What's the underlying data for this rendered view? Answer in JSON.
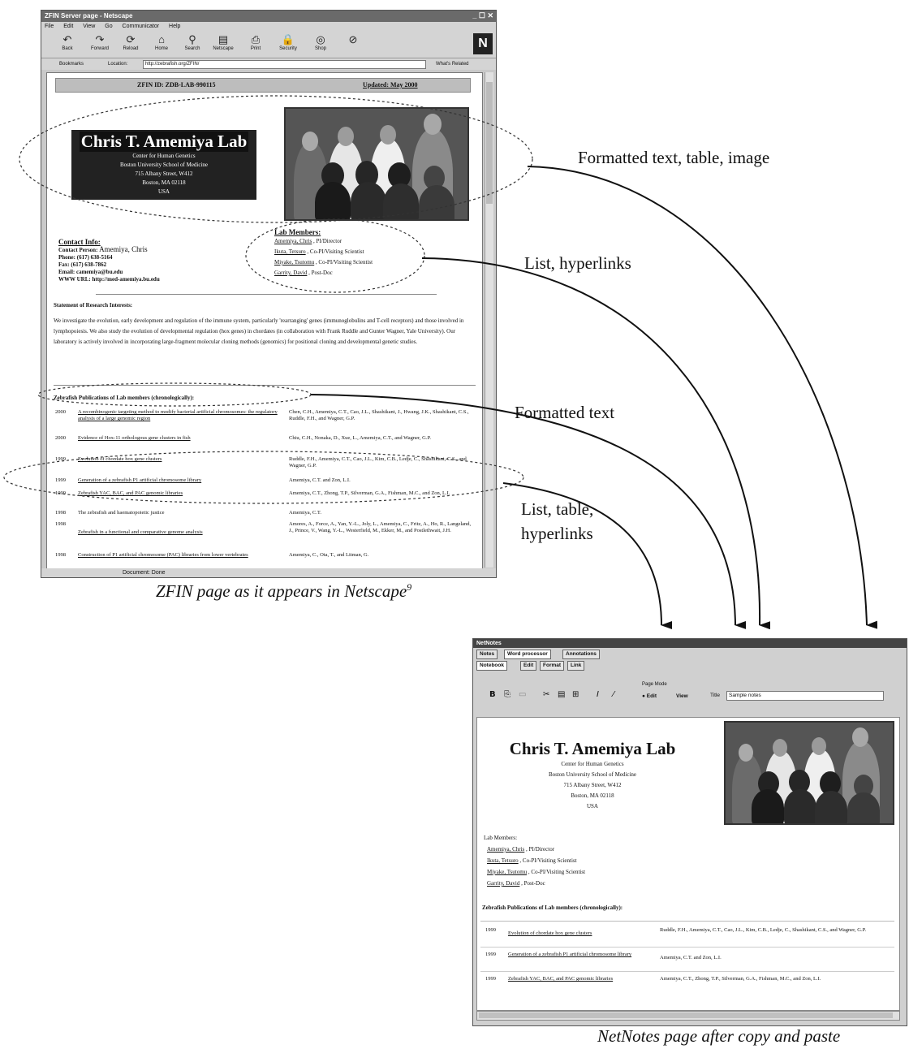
{
  "netscape": {
    "window_title": "ZFIN Server page - Netscape",
    "window_controls": "_ ☐ ✕",
    "menu": [
      "File",
      "Edit",
      "View",
      "Go",
      "Communicator",
      "Help"
    ],
    "toolbar": [
      {
        "label": "Back",
        "icon": "back-arrow-icon",
        "glyph": "↶"
      },
      {
        "label": "Forward",
        "icon": "forward-arrow-icon",
        "glyph": "↷"
      },
      {
        "label": "Reload",
        "icon": "reload-icon",
        "glyph": "⟳"
      },
      {
        "label": "Home",
        "icon": "home-icon",
        "glyph": "⌂"
      },
      {
        "label": "Search",
        "icon": "search-icon",
        "glyph": "⚲"
      },
      {
        "label": "Netscape",
        "icon": "netscape-icon",
        "glyph": "▤"
      },
      {
        "label": "Print",
        "icon": "print-icon",
        "glyph": "⎙"
      },
      {
        "label": "Security",
        "icon": "security-icon",
        "glyph": "🔒"
      },
      {
        "label": "Shop",
        "icon": "shop-icon",
        "glyph": "◎"
      },
      {
        "label": "",
        "icon": "stop-icon",
        "glyph": "⊘"
      }
    ],
    "logo": "N",
    "bookmarks_label": "Bookmarks",
    "location_label": "Location:",
    "location_value": "http://zebrafish.org/ZFIN/",
    "whats_related": "What's Related",
    "status_text": "Document: Done",
    "page": {
      "nav_left": "ZFIN ID: ZDB-LAB-990115",
      "nav_right": "Updated: May 2000",
      "lab_title": "Chris T. Amemiya Lab",
      "address": [
        "Center for Human Genetics",
        "Boston University School of Medicine",
        "715 Albany Street, W412",
        "Boston, MA 02118",
        "USA"
      ],
      "contact_heading": "Contact Info:",
      "contact_person_label": "Contact Person:",
      "contact_person": "Amemiya, Chris",
      "phone": "Phone: (617) 638-5164",
      "fax": "Fax: (617) 638-7862",
      "email": "Email: camemiya@bu.edu",
      "www": "WWW URL: http://med-amemiya.bu.edu",
      "members_heading": "Lab Members:",
      "members": [
        {
          "name": "Amemiya, Chris",
          "role": "PI/Director"
        },
        {
          "name": "Ikuta, Tetsuro",
          "role": "Co-PI/Visiting Scientist"
        },
        {
          "name": "Miyake, Tsutomu",
          "role": "Co-PI/Visiting Scientist"
        },
        {
          "name": "Garrity, David",
          "role": "Post-Doc"
        }
      ],
      "research_heading": "Statement of Research Interests:",
      "research_text": "We investigate the evolution, early development and regulation of the immune system, particularly 'rearranging' genes (immunoglobulins and T-cell receptors) and those involved in lymphopoiesis. We also study the evolution of developmental regulation (hox genes) in chordates (in collaboration with Frank Ruddle and Gunter Wagner, Yale University). Our laboratory is actively involved in incorporating large-fragment molecular cloning methods (genomics) for positional cloning and developmental genetic studies.",
      "pubs_heading": "Zebrafish Publications of Lab members (chronologically):",
      "pubs": [
        {
          "year": "2000",
          "title": "A recombinogenic targeting method to modify bacterial artificial chromosomes: the regulatory analysis of a large genomic region",
          "authors": "Chen, C.H., Amemiya, C.T., Cao, J.L., Shashikant, J., Hwang, J.K., Shashikant, C.S., Ruddle, F.H., and Wagner, G.P."
        },
        {
          "year": "2000",
          "title": "Evidence of Hox-11 orthologous gene clusters in fish",
          "authors": "Chiu, C.H., Nonaka, D., Xue, L., Amemiya, C.T., and Wagner, G.P."
        },
        {
          "year": "1999",
          "title": "Evolution of chordate hox gene clusters",
          "authors": "Ruddle, F.H., Amemiya, C.T., Cao, J.L., Kim, C.B., Ledje, C., Shashikant, C.S., and Wagner, G.P."
        },
        {
          "year": "1999",
          "title": "Generation of a zebrafish P1 artificial chromosome library",
          "authors": "Amemiya, C.T. and Zon, L.I."
        },
        {
          "year": "1999",
          "title": "Zebrafish YAC, BAC, and PAC genomic libraries",
          "authors": "Amemiya, C.T., Zhong, T.P., Silverman, G.A., Fishman, M.C., and Zon, L.I."
        },
        {
          "year": "1998",
          "title": "The zebrafish and haematopoietic justice",
          "authors": "Amemiya, C.T."
        },
        {
          "year": "1998",
          "title": "Zebrafish in a functional and comparative genome analysis",
          "authors": "Amores, A., Force, A., Yan, Y.-L., Joly, L., Amemiya, C., Fritz, A., Ho, R., Langeland, J., Prince, V., Wang, Y.-L., Westerfield, M., Ekker, M., and Postlethwait, J.H."
        },
        {
          "year": "1998",
          "title": "Construction of P1 artificial chromosome (PAC) libraries from lower vertebrates",
          "authors": "Amemiya, C., Ota, T., and Litman, G."
        }
      ]
    }
  },
  "annotations": {
    "ann1": "Formatted text, table, image",
    "ann2": "List, hyperlinks",
    "ann3": "Formatted text",
    "ann4_line1": "List, table,",
    "ann4_line2": "hyperlinks"
  },
  "captions": {
    "netscape": "ZFIN page as it appears in Netscape",
    "netscape_sup": "9",
    "netnotes": "NetNotes page after copy and paste"
  },
  "netnotes": {
    "window_title": "NetNotes",
    "tabs": [
      "Notes",
      "Word processor",
      "Annotations"
    ],
    "subtabs": [
      "Notebook",
      "Edit",
      "Format",
      "Link"
    ],
    "page_mode_label": "Page Mode",
    "mode_edit": "Edit",
    "mode_view": "View",
    "title_label": "Title",
    "title_value": "Sample notes",
    "page": {
      "lab_title": "Chris T. Amemiya Lab",
      "address": [
        "Center for Human Genetics",
        "Boston University School of Medicine",
        "715 Albany Street, W412",
        "Boston, MA 02118",
        "USA"
      ],
      "members_heading": "Lab Members:",
      "members": [
        {
          "name": "Amemiya, Chris",
          "role": "PI/Director"
        },
        {
          "name": "Ikuta, Tetsuro",
          "role": "Co-PI/Visiting Scientist"
        },
        {
          "name": "Miyake, Tsutomu",
          "role": "Co-PI/Visiting Scientist"
        },
        {
          "name": "Garrity, David",
          "role": "Post-Doc"
        }
      ],
      "pubs_heading": "Zebrafish Publications of Lab members (chronologically):",
      "pubs": [
        {
          "year": "1999",
          "title": "Evolution of chordate hox gene clusters",
          "authors": "Ruddle, F.H., Amemiya, C.T., Cao, J.L., Kim, C.B., Ledje, C., Shashikant, C.S., and Wagner, G.P."
        },
        {
          "year": "1999",
          "title": "Generation of a zebrafish P1 artificial chromosome library",
          "authors": "Amemiya, C.T. and Zon, L.I."
        },
        {
          "year": "1999",
          "title": "Zebrafish YAC, BAC, and PAC genomic libraries",
          "authors": "Amemiya, C.T., Zhong, T.P., Silverman, G.A., Fishman, M.C., and Zon, L.I."
        }
      ]
    }
  }
}
